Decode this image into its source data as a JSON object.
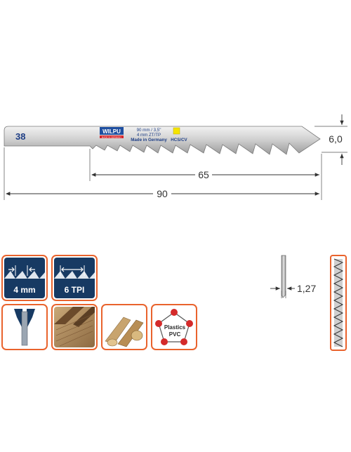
{
  "blade": {
    "number": "38",
    "brand": "WILPU",
    "made_in_strip": "MADE IN GERMANY",
    "spec_length": "90 mm / 3,5\"",
    "spec_tooth": "4 mm ZT/TP",
    "spec_origin": "Made in Germany",
    "material": "HCS/CV",
    "material_color": "#f5e400"
  },
  "dimensions": {
    "height": "6,0",
    "toothed_length": "65",
    "total_length": "90",
    "thickness": "1,27"
  },
  "icons": {
    "tooth_pitch": "4 mm",
    "tpi": "6 TPI",
    "plastics_line1": "Plastics",
    "plastics_line2": "PVC",
    "frame_color": "#e9632d",
    "panel_color": "#173a63"
  }
}
